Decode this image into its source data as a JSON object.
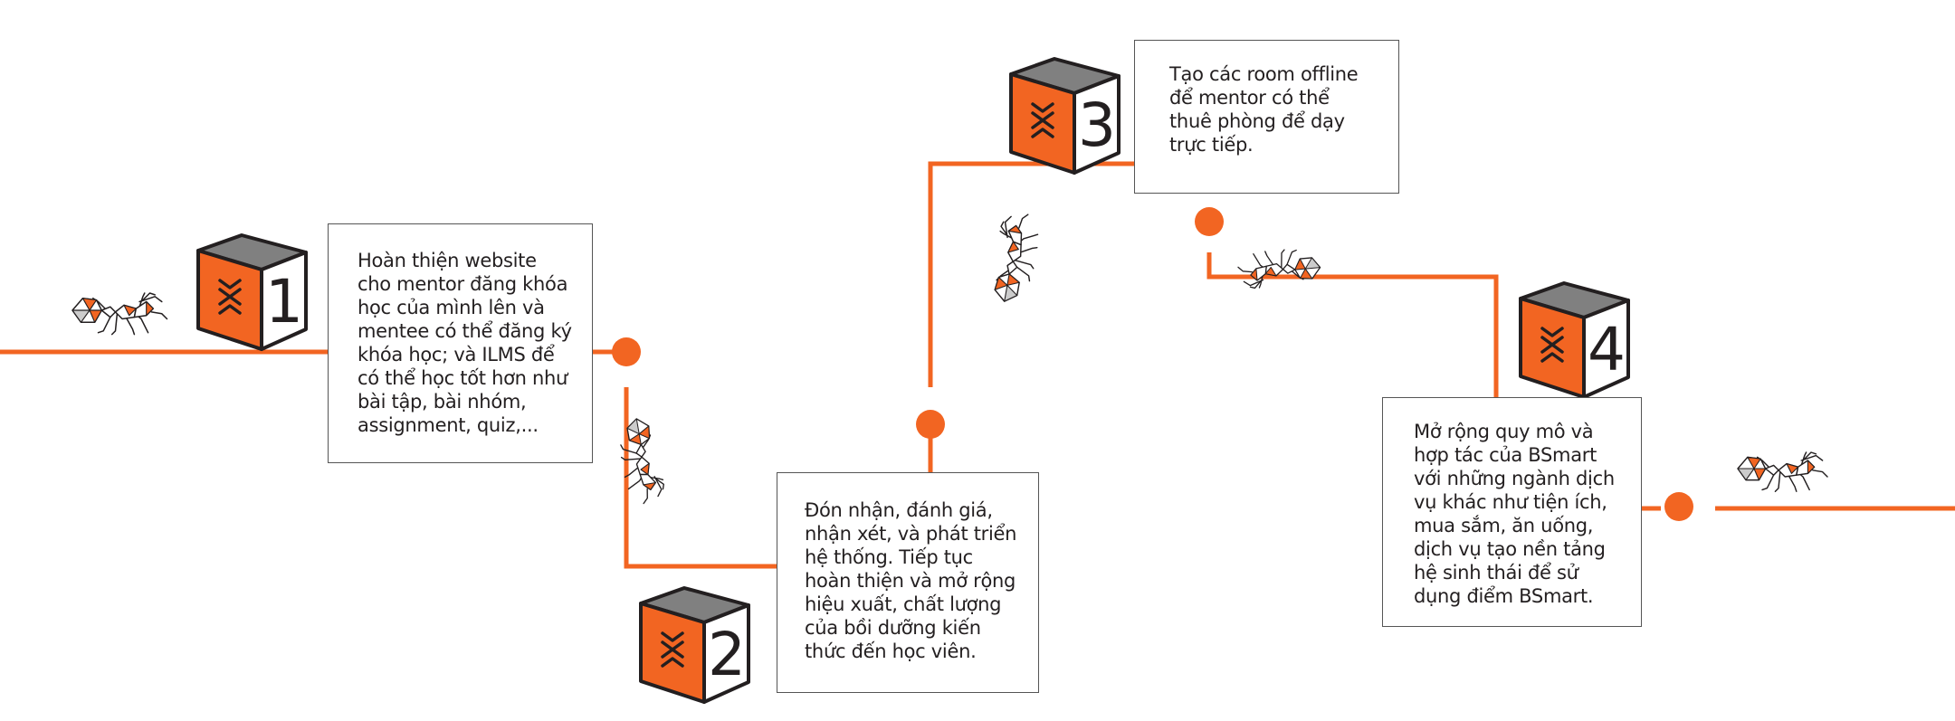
{
  "colors": {
    "accent": "#f26522",
    "outline": "#231f20",
    "cube_top": "#808080",
    "box_border": "#555555"
  },
  "icons": {
    "cube": "numbered-cube-icon",
    "cube_symbol": "double-chevron-icon",
    "ant": "ant-icon",
    "node": "orange-dot-icon"
  },
  "steps": [
    {
      "number": "1",
      "text": "Hoàn thiện website\ncho mentor đăng khóa\nhọc của mình lên và\nmentee có thể đăng ký\nkhóa học;  và ILMS để\ncó thể học tốt hơn như\nbài tập, bài nhóm,\nassignment, quiz,..."
    },
    {
      "number": "2",
      "text": "Đón nhận, đánh giá,\nnhận xét, và phát triển\nhệ thống. Tiếp tục\nhoàn thiện và mở rộng\nhiệu xuất, chất lượng\ncủa bồi dưỡng kiến\nthức đến học viên."
    },
    {
      "number": "3",
      "text": "Tạo các room offline\nđể mentor có thể\nthuê phòng để dạy\ntrực tiếp."
    },
    {
      "number": "4",
      "text": "Mở rộng quy mô và\nhợp tác của BSmart\nvới những ngành dịch\nvụ khác như tiện ích,\nmua sắm, ăn uống,\ndịch vụ tạo nền tảng\nhệ sinh thái để sử\ndụng điểm BSmart."
    }
  ]
}
